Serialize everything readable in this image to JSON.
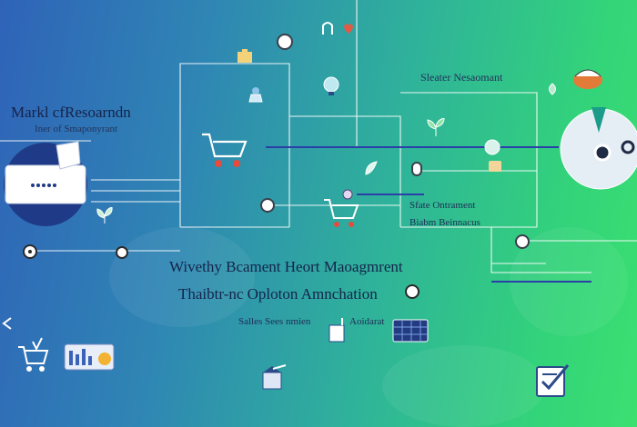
{
  "labels": {
    "top_left_title": "Markl cfResoarndn",
    "top_left_sub": "Iner of Smaponyrant",
    "top_right_title": "Sleater Nesaomant",
    "mid_right_1": "Sfate Ontrament",
    "mid_right_2": "Biabm Beinnacus",
    "center_1": "Wivethy Bcament Heort Maoagmrent",
    "center_2": "Thaibtr-nc Oploton Amnchation",
    "center_3": "Salles Sees nmien",
    "center_3b": "Aoidarat"
  },
  "icons": [
    "sealed-envelope-icon",
    "checkout-cart-icon",
    "store-icon",
    "lightbulb-icon",
    "plant-icon",
    "cloud-laptop-icon",
    "gauge-icon",
    "chart-card-icon",
    "solar-panel-icon",
    "document-check-icon",
    "shopping-cart-icon",
    "money-icon"
  ],
  "colors": {
    "wire": "#ffffff",
    "accent_line": "#2a3fa8",
    "navy": "#1f3a86"
  }
}
